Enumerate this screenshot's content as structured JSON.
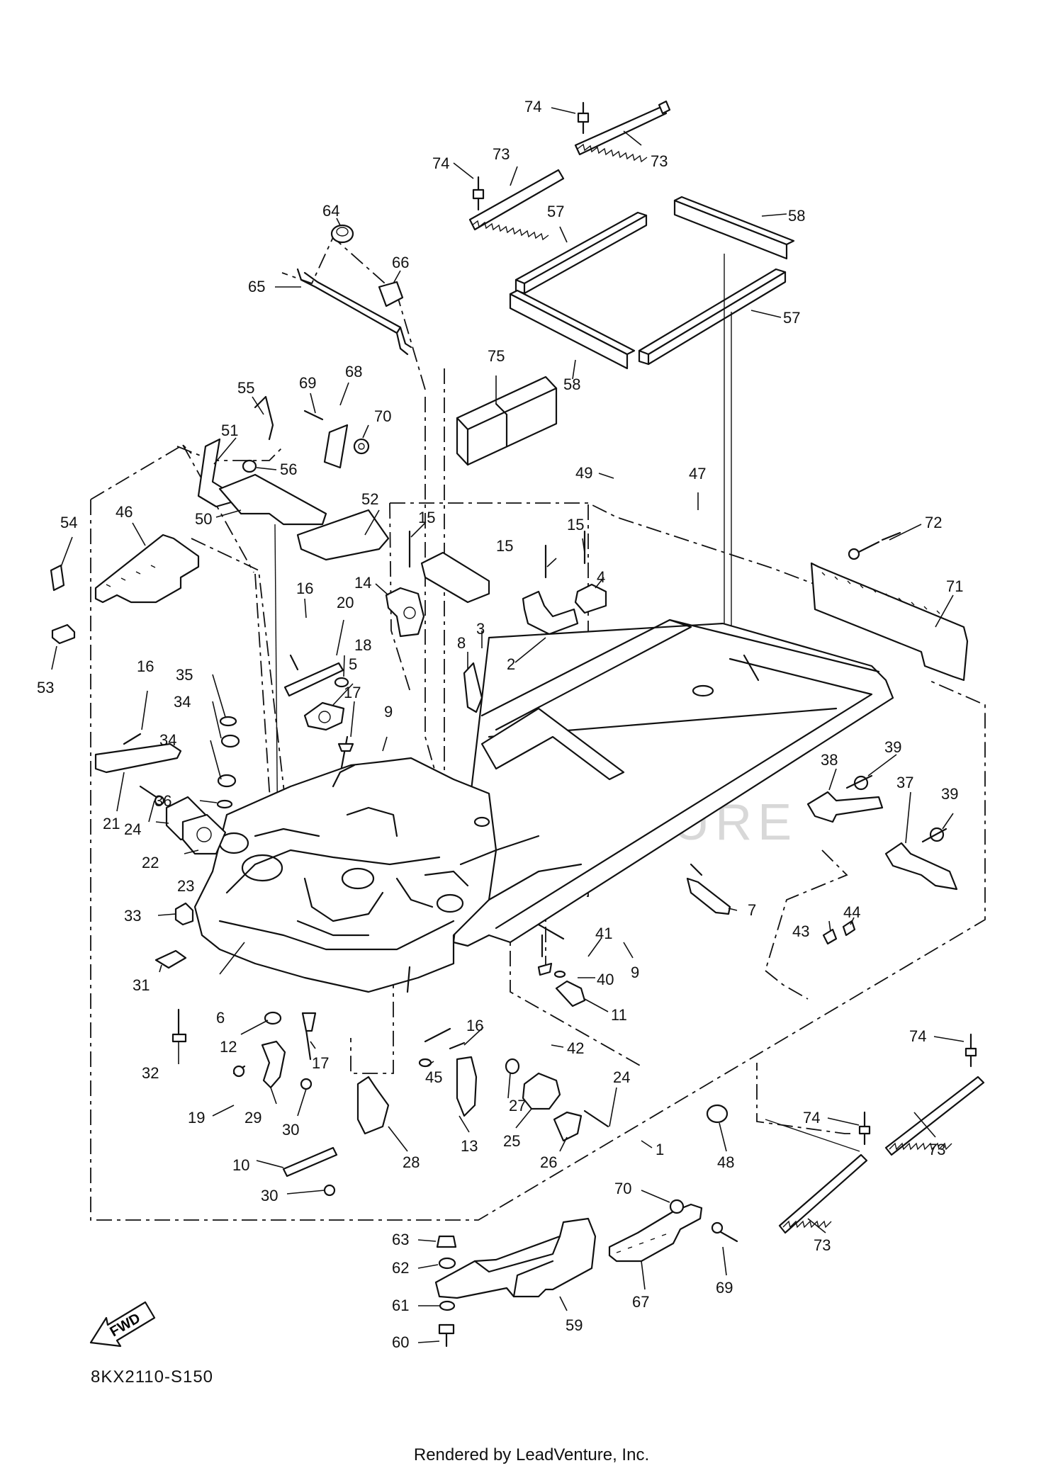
{
  "diagram": {
    "code": "8KX2110-S150",
    "footer": "Rendered by LeadVenture, Inc.",
    "watermark": "LEADVENTURE",
    "fwd_label": "FWD",
    "callouts": [
      {
        "id": "c74a",
        "label": "74"
      },
      {
        "id": "c73a",
        "label": "73"
      },
      {
        "id": "c74b",
        "label": "74"
      },
      {
        "id": "c73b",
        "label": "73"
      },
      {
        "id": "c64",
        "label": "64"
      },
      {
        "id": "c66",
        "label": "66"
      },
      {
        "id": "c65",
        "label": "65"
      },
      {
        "id": "c57a",
        "label": "57"
      },
      {
        "id": "c58a",
        "label": "58"
      },
      {
        "id": "c57b",
        "label": "57"
      },
      {
        "id": "c58b",
        "label": "58"
      },
      {
        "id": "c75",
        "label": "75"
      },
      {
        "id": "c55",
        "label": "55"
      },
      {
        "id": "c69a",
        "label": "69"
      },
      {
        "id": "c68",
        "label": "68"
      },
      {
        "id": "c70a",
        "label": "70"
      },
      {
        "id": "c51",
        "label": "51"
      },
      {
        "id": "c56",
        "label": "56"
      },
      {
        "id": "c50",
        "label": "50"
      },
      {
        "id": "c52",
        "label": "52"
      },
      {
        "id": "c49",
        "label": "49"
      },
      {
        "id": "c47",
        "label": "47"
      },
      {
        "id": "c72",
        "label": "72"
      },
      {
        "id": "c71",
        "label": "71"
      },
      {
        "id": "c54",
        "label": "54"
      },
      {
        "id": "c46",
        "label": "46"
      },
      {
        "id": "c53",
        "label": "53"
      },
      {
        "id": "c15a",
        "label": "15"
      },
      {
        "id": "c15b",
        "label": "15"
      },
      {
        "id": "c15c",
        "label": "15"
      },
      {
        "id": "c14",
        "label": "14"
      },
      {
        "id": "c4",
        "label": "4"
      },
      {
        "id": "c3",
        "label": "3"
      },
      {
        "id": "c2",
        "label": "2"
      },
      {
        "id": "c16a",
        "label": "16"
      },
      {
        "id": "c20",
        "label": "20"
      },
      {
        "id": "c18",
        "label": "18"
      },
      {
        "id": "c5",
        "label": "5"
      },
      {
        "id": "c8",
        "label": "8"
      },
      {
        "id": "c16b",
        "label": "16"
      },
      {
        "id": "c35",
        "label": "35"
      },
      {
        "id": "c34a",
        "label": "34"
      },
      {
        "id": "c34b",
        "label": "34"
      },
      {
        "id": "c36",
        "label": "36"
      },
      {
        "id": "c21",
        "label": "21"
      },
      {
        "id": "c17a",
        "label": "17"
      },
      {
        "id": "c9a",
        "label": "9"
      },
      {
        "id": "c38",
        "label": "38"
      },
      {
        "id": "c39a",
        "label": "39"
      },
      {
        "id": "c37",
        "label": "37"
      },
      {
        "id": "c39b",
        "label": "39"
      },
      {
        "id": "c24a",
        "label": "24"
      },
      {
        "id": "c22",
        "label": "22"
      },
      {
        "id": "c23",
        "label": "23"
      },
      {
        "id": "c33",
        "label": "33"
      },
      {
        "id": "c31",
        "label": "31"
      },
      {
        "id": "c7",
        "label": "7"
      },
      {
        "id": "c44",
        "label": "44"
      },
      {
        "id": "c43",
        "label": "43"
      },
      {
        "id": "c41",
        "label": "41"
      },
      {
        "id": "c9b",
        "label": "9"
      },
      {
        "id": "c40",
        "label": "40"
      },
      {
        "id": "c11",
        "label": "11"
      },
      {
        "id": "c6",
        "label": "6"
      },
      {
        "id": "c12",
        "label": "12"
      },
      {
        "id": "c17b",
        "label": "17"
      },
      {
        "id": "c16c",
        "label": "16"
      },
      {
        "id": "c42",
        "label": "42"
      },
      {
        "id": "c32",
        "label": "32"
      },
      {
        "id": "c45",
        "label": "45"
      },
      {
        "id": "c19",
        "label": "19"
      },
      {
        "id": "c29",
        "label": "29"
      },
      {
        "id": "c30a",
        "label": "30"
      },
      {
        "id": "c27",
        "label": "27"
      },
      {
        "id": "c24b",
        "label": "24"
      },
      {
        "id": "c13",
        "label": "13"
      },
      {
        "id": "c25",
        "label": "25"
      },
      {
        "id": "c26",
        "label": "26"
      },
      {
        "id": "c1",
        "label": "1"
      },
      {
        "id": "c48",
        "label": "48"
      },
      {
        "id": "c28",
        "label": "28"
      },
      {
        "id": "c10",
        "label": "10"
      },
      {
        "id": "c30b",
        "label": "30"
      },
      {
        "id": "c74c",
        "label": "74"
      },
      {
        "id": "c73c",
        "label": "73"
      },
      {
        "id": "c74d",
        "label": "74"
      },
      {
        "id": "c73d",
        "label": "73"
      },
      {
        "id": "c70b",
        "label": "70"
      },
      {
        "id": "c63",
        "label": "63"
      },
      {
        "id": "c62",
        "label": "62"
      },
      {
        "id": "c69b",
        "label": "69"
      },
      {
        "id": "c61",
        "label": "61"
      },
      {
        "id": "c59",
        "label": "59"
      },
      {
        "id": "c67",
        "label": "67"
      },
      {
        "id": "c60",
        "label": "60"
      }
    ]
  }
}
